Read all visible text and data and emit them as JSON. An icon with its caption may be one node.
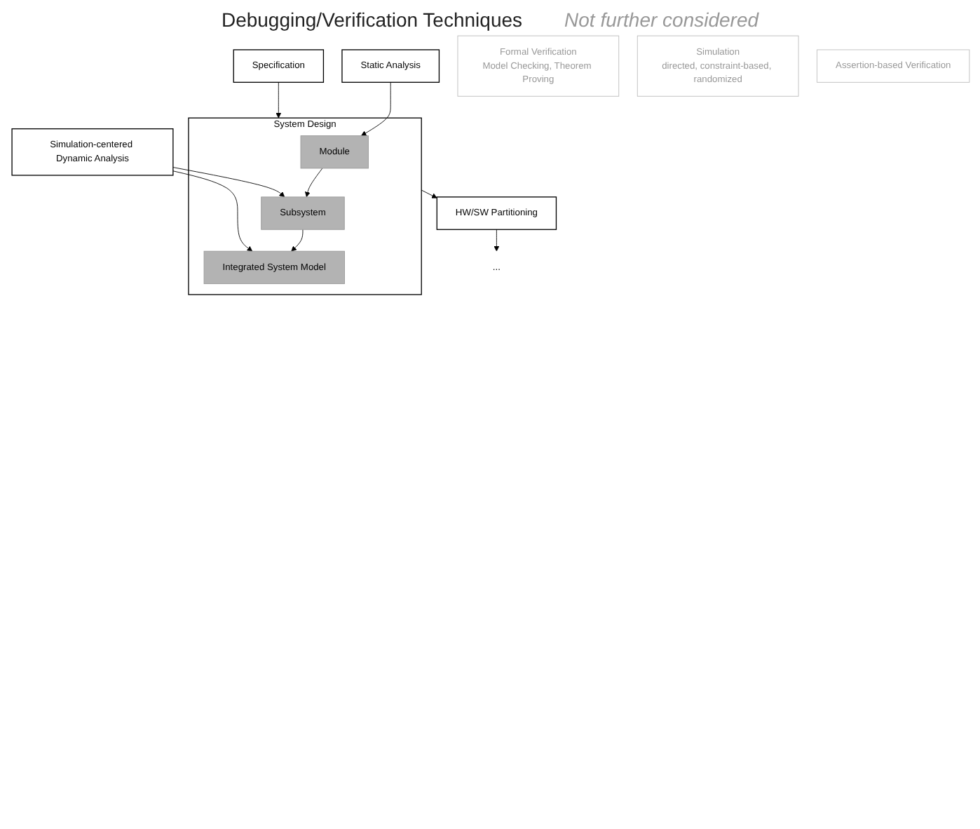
{
  "diagram": {
    "nodes": [
      {
        "text": [
          "Specification"
        ]
      },
      {
        "text": [
          "System Design"
        ]
      },
      {
        "text": [
          "Module"
        ],
        "in": 1
      },
      {
        "text": [
          "Subsystem"
        ],
        "in": 1
      },
      {
        "text": [
          "Integrated System Model"
        ],
        "in": 1
      },
      {
        "text": [
          "HW/SW Partitioning"
        ]
      },
      {
        "text": [
          "..."
        ]
      },
      {
        "text": [
          "Static Analysis"
        ]
      },
      {
        "text": [
          "Simulation-centered Dynamic Analysis"
        ]
      },
      {
        "text": [
          "Formal Verification",
          "Model Checking, Theorem Proving"
        ]
      },
      {
        "text": [
          "Simulation",
          "directed, constraint-based, randomized"
        ]
      },
      {
        "text": [
          "Assertion-based Verification"
        ]
      }
    ],
    "edges": [
      {
        "from": 0,
        "to": 1,
        "arrow": "to"
      },
      {
        "from": 2,
        "to": 3,
        "arrow": "to"
      },
      {
        "from": 3,
        "to": 4,
        "arrow": "to"
      },
      {
        "from": 7,
        "to": 2,
        "arrow": "to"
      },
      {
        "from": 8,
        "to": 3,
        "arrow": "to"
      },
      {
        "from": 8,
        "to": 4,
        "arrow": "to"
      },
      {
        "from": 1,
        "to": 5,
        "arrow": "to"
      },
      {
        "from": 5,
        "to": 6,
        "arrow": "to"
      }
    ],
    "labels": [
      "Debugging/Verification Techniques",
      "Not further considered"
    ]
  }
}
